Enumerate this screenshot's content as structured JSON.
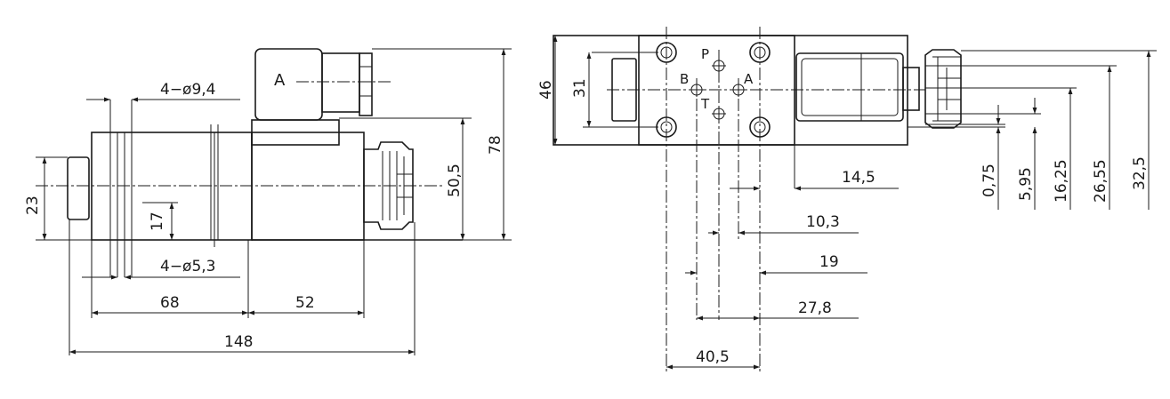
{
  "side_view": {
    "connector_label": "A",
    "dimensions": {
      "hole_large": "4−ø9,4",
      "hole_small": "4−ø5,3",
      "height_23": "23",
      "height_17": "17",
      "height_50_5": "50,5",
      "height_78": "78",
      "length_68": "68",
      "length_52": "52",
      "length_148": "148"
    }
  },
  "top_view": {
    "ports": {
      "p": "P",
      "a": "A",
      "b": "B",
      "t": "T"
    },
    "dimensions": {
      "height_46": "46",
      "height_31": "31",
      "dim_14_5": "14,5",
      "dim_10_3": "10,3",
      "dim_19": "19",
      "dim_27_8": "27,8",
      "dim_40_5": "40,5",
      "dim_0_75": "0,75",
      "dim_5_95": "5,95",
      "dim_16_25": "16,25",
      "dim_26_55": "26,55",
      "dim_32_5": "32,5"
    }
  }
}
